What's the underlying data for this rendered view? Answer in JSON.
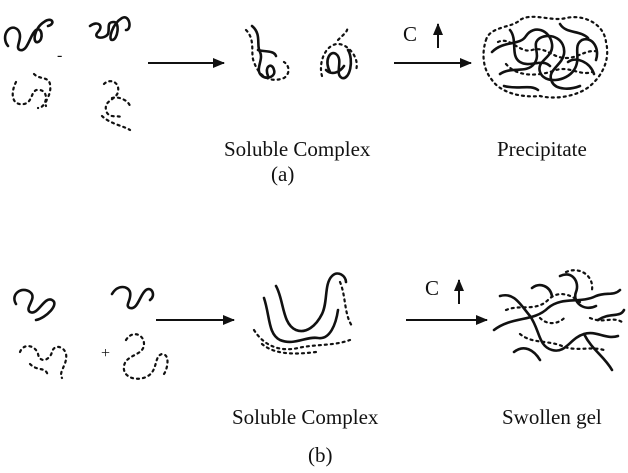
{
  "panel_a": {
    "complex_label": "Soluble Complex",
    "product_label": "Precipitate",
    "caption": "(a)",
    "condition_label": "C"
  },
  "panel_b": {
    "complex_label": "Soluble Complex",
    "product_label": "Swollen gel",
    "caption": "(b)",
    "condition_label": "C"
  }
}
